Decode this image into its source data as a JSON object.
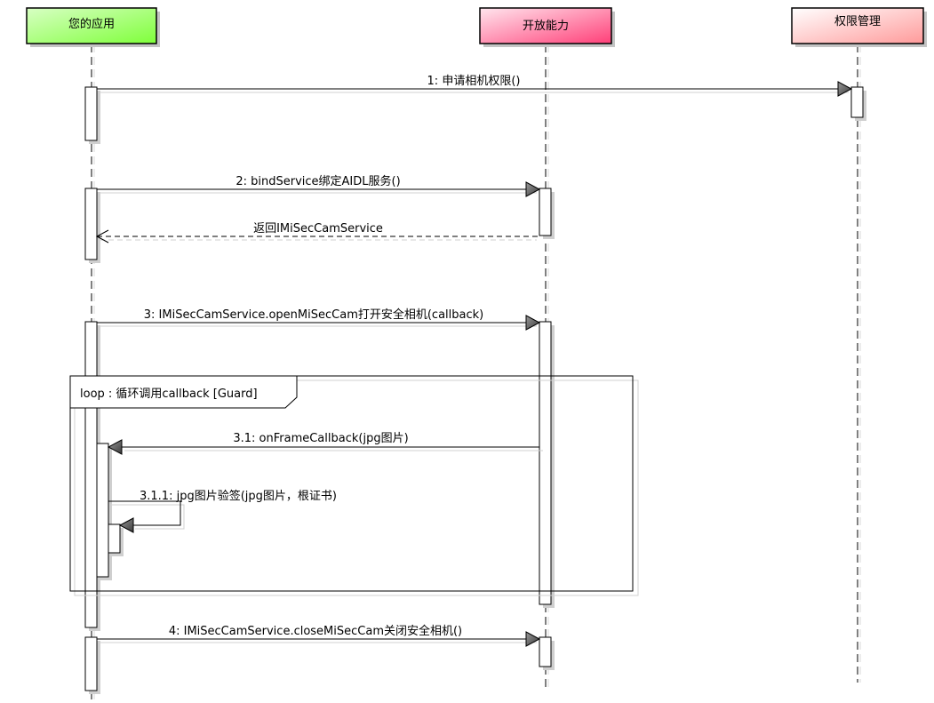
{
  "participants": [
    {
      "label": "您的应用",
      "color_from": "#d8ffc4",
      "color_to": "#7fff3a"
    },
    {
      "label": "开放能力",
      "color_from": "#ffe6ee",
      "color_to": "#ff3f78"
    },
    {
      "label": "权限管理",
      "color_from": "#ffffff",
      "color_to": "#ff9a9a"
    }
  ],
  "messages": [
    {
      "label": "1: 申请相机权限()",
      "kind": "sync"
    },
    {
      "label": "2: bindService绑定AIDL服务()",
      "kind": "sync"
    },
    {
      "label": "返回IMiSecCamService",
      "kind": "return"
    },
    {
      "label": "3: IMiSecCamService.openMiSecCam打开安全相机(callback)",
      "kind": "sync"
    },
    {
      "label": "3.1: onFrameCallback(jpg图片)",
      "kind": "sync"
    },
    {
      "label": "3.1.1: jpg图片验签(jpg图片，根证书)",
      "kind": "self"
    },
    {
      "label": "4: IMiSecCamService.closeMiSecCam关闭安全相机()",
      "kind": "sync"
    }
  ],
  "fragment": {
    "label": "loop : 循环调用callback  [Guard]"
  }
}
